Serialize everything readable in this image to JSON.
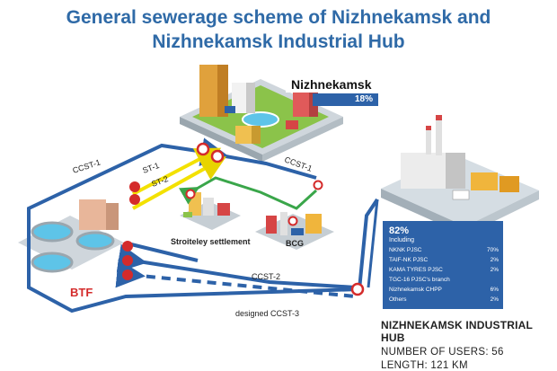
{
  "title_line1": "General sewerage scheme of Nizhnekamsk and",
  "title_line2": "Nizhnekamsk Industrial Hub",
  "city": {
    "name": "Nizhnekamsk",
    "share": "18%"
  },
  "pipes": {
    "ccst1_left": "CCST-1",
    "ccst1_right": "CCST-1",
    "st1": "ST-1",
    "st2": "ST-2",
    "ccst2": "CCST-2",
    "ccst3": "designed CCST-3"
  },
  "places": {
    "stroiteley": "Stroiteley settlement",
    "bcg": "BCG",
    "btf": "BTF"
  },
  "hub_panel": {
    "share": "82%",
    "including": "Including",
    "rows": [
      {
        "name": "NKNK PJSC",
        "value": "70%"
      },
      {
        "name": "TAIF-NK PJSC",
        "value": "2%"
      },
      {
        "name": "KAMA TYRES PJSC",
        "value": "2%"
      },
      {
        "name": "TGC-16 PJSC's branch",
        "value": ""
      },
      {
        "name": "Nizhnekamsk CHPP",
        "value": "6%"
      },
      {
        "name": "Others",
        "value": "2%"
      }
    ]
  },
  "hub": {
    "name": "NIZHNEKAMSK INDUSTRIAL HUB",
    "users": "NUMBER OF USERS: 56",
    "length": "LENGTH: 121 KM"
  },
  "colors": {
    "pipe_blue": "#2d62a8",
    "accent_red": "#d42b2b",
    "st_yellow": "#f3e100",
    "green_line": "#3aa64a",
    "title_blue": "#2f6aa7"
  }
}
